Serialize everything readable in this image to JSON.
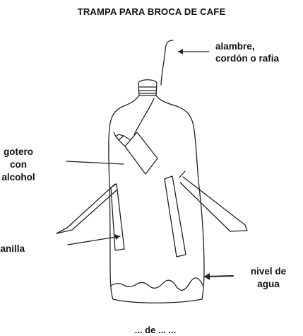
{
  "title": "TRAMPA PARA BROCA DE CAFE",
  "labels": {
    "wire_line1": "alambre,",
    "wire_line2": "cordón o rafia",
    "dropper_line1": "gotero",
    "dropper_line2": "con",
    "dropper_line3": "alcohol",
    "strip": "tanilla",
    "water_line1": "nivel de",
    "water_line2": "agua",
    "bottom_fragment": "... de ... ..."
  }
}
